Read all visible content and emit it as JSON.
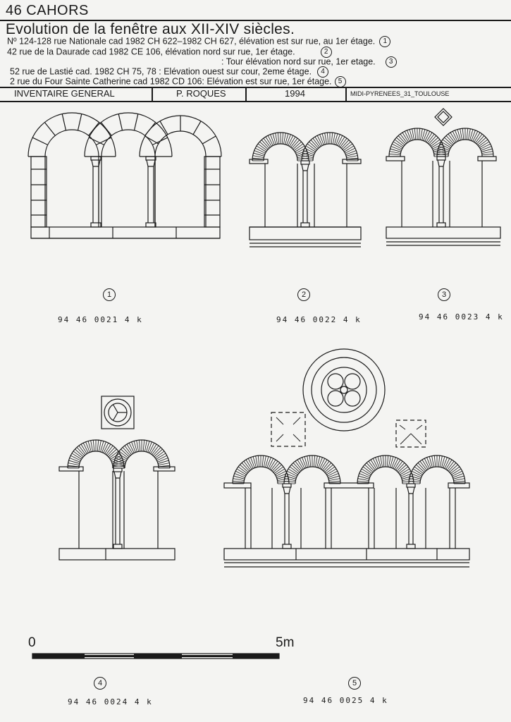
{
  "header": {
    "sheet": "46 CAHORS",
    "title": "Evolution de la fenêtre aux XII-XIV siècles.",
    "addresses": [
      {
        "text": "Nº 124-128 rue Nationale cad 1982 CH 622–1982 CH 627, élévation est sur rue, au 1er étage.",
        "num": "1"
      },
      {
        "text": "42 rue de la Daurade cad 1982 CE 106, élévation nord sur rue, 1er étage.",
        "num": "2"
      },
      {
        "text": ": Tour élévation nord sur rue, 1er etage.",
        "num": "3"
      },
      {
        "text": "52 rue de Lastié cad. 1982 CH 75, 78 : Elévation ouest sur cour, 2eme étage.",
        "num": "4"
      },
      {
        "text": "2 rue du Four Sainte Catherine cad 1982 CD 106: Elévation est sur rue, 1er étage.",
        "num": "5"
      }
    ]
  },
  "meta": {
    "inventory": "INVENTAIRE GENERAL",
    "author": "P. ROQUES",
    "year": "1994",
    "region": "MIDI-PYRENEES_31_TOULOUSE"
  },
  "figures": [
    {
      "num": "1",
      "ref": "94 46 0021 4 k"
    },
    {
      "num": "2",
      "ref": "94 46 0022 4 k"
    },
    {
      "num": "3",
      "ref": "94 46 0023 4 k"
    },
    {
      "num": "4",
      "ref": "94 46 0024 4 k"
    },
    {
      "num": "5",
      "ref": "94 46 0025 4 k"
    }
  ],
  "scale": {
    "start": "0",
    "end": "5m"
  }
}
